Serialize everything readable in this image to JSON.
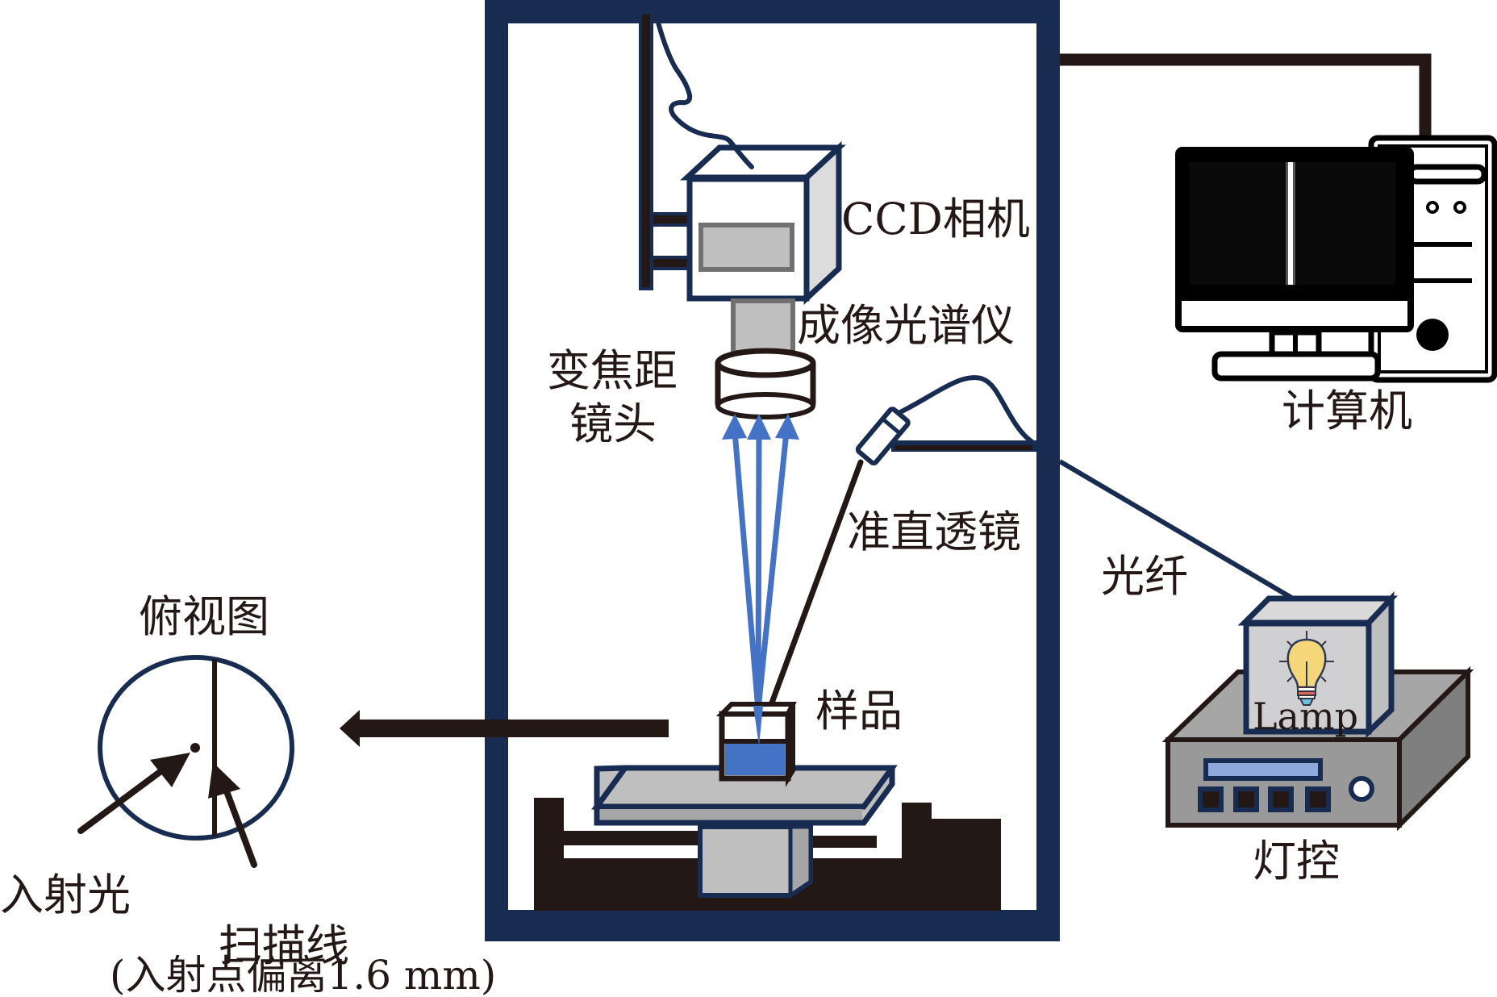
{
  "title": "Hyperspectral imaging acquisition system schematic",
  "colors": {
    "cabinet": "#172c50",
    "ink": "#231815",
    "light_beam": "#4472c4",
    "sample_fill": "#4472c4",
    "gray_light": "#bfbfbf",
    "gray_mid": "#a6a6a6",
    "gray_dark": "#767676",
    "lamp_bulb": "#f5d77a",
    "display_strip": "#8ea9db"
  },
  "labels": {
    "ccd_camera": "CCD相机",
    "imaging_spectrometer": "成像光谱仪",
    "zoom_lens_line1": "变焦距",
    "zoom_lens_line2": "镜头",
    "collimating_lens": "准直透镜",
    "sample": "样品",
    "optical_fiber": "光纤",
    "computer": "计算机",
    "lamp": "Lamp",
    "lamp_controller": "灯控",
    "top_view": "俯视图",
    "incident_light": "入射光",
    "scan_line": "扫描线",
    "offset_note": "(入射点偏离1.6 mm)"
  },
  "icons": {
    "lamp_icon": "light-bulb-icon",
    "computer_icon": "desktop-computer-icon",
    "camera_icon": "ccd-camera-icon"
  }
}
